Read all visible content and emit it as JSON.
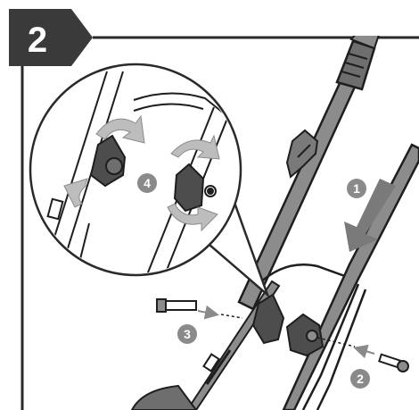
{
  "step": {
    "number": "2"
  },
  "callouts": [
    {
      "label": "1",
      "part": "handle-fold-arrow"
    },
    {
      "label": "2",
      "part": "bolt-insert-right"
    },
    {
      "label": "3",
      "part": "bolt-insert-left"
    },
    {
      "label": "4",
      "part": "knob-tighten"
    }
  ],
  "colors": {
    "step_badge": "#3a3a3a",
    "frame": "#2a2a2a",
    "handle_fill": "#8c8c8c",
    "handle_stroke": "#1e1e1e",
    "arrow_gray": "#7a7a7a",
    "callout_circle": "#8a8a8a",
    "rotation_arrow": "#bdbdbd",
    "knob": "#4d4d4d"
  }
}
